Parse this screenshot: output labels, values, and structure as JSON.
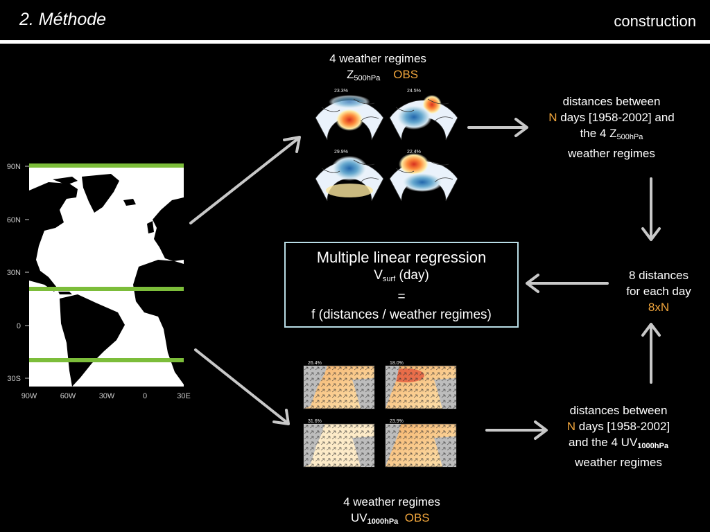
{
  "header": {
    "title": "2. Méthode",
    "section": "construction"
  },
  "colors": {
    "accent": "#f0a53c",
    "arrow": "#c8c8c8",
    "band": "#7cbd3a",
    "box_border": "#b9dde6"
  },
  "map": {
    "lat_ticks": [
      "90N",
      "60N",
      "30N",
      "0",
      "30S"
    ],
    "lon_ticks": [
      "90W",
      "60W",
      "30W",
      "0",
      "30E"
    ]
  },
  "z500": {
    "heading": "4 weather regimes",
    "var_main": "Z",
    "var_sub": "500hPa",
    "tag": "OBS",
    "panels": [
      {
        "pct": "23.3%"
      },
      {
        "pct": "24.5%"
      },
      {
        "pct": "29.9%"
      },
      {
        "pct": "22.4%"
      }
    ]
  },
  "uv1000": {
    "heading": "4 weather regimes",
    "var_main": "UV",
    "var_sub": "1000hPa",
    "tag": "OBS",
    "panels": [
      {
        "pct": "26.4%"
      },
      {
        "pct": "18.0%"
      },
      {
        "pct": "31.6%"
      },
      {
        "pct": "23.9%"
      }
    ]
  },
  "dist_z": {
    "line1": "distances between",
    "n": "N",
    "line2": " days [1958-2002] and",
    "line3a": "the 4 Z",
    "line3sub": "500hPa",
    "line4": "weather regimes"
  },
  "dist_uv": {
    "line1": "distances between",
    "n": "N",
    "line2": " days [1958-2002]",
    "line3a": "and the 4 UV",
    "line3sub": "1000hPa",
    "line4": "weather regimes"
  },
  "eight": {
    "line1": "8 distances",
    "line2": "for each day",
    "line3": "8xN"
  },
  "regression": {
    "line1": "Multiple linear regression",
    "v": "V",
    "vsub": "surf",
    "vrest": " (day)",
    "eq": "=",
    "line4": "f (distances / weather regimes)"
  }
}
